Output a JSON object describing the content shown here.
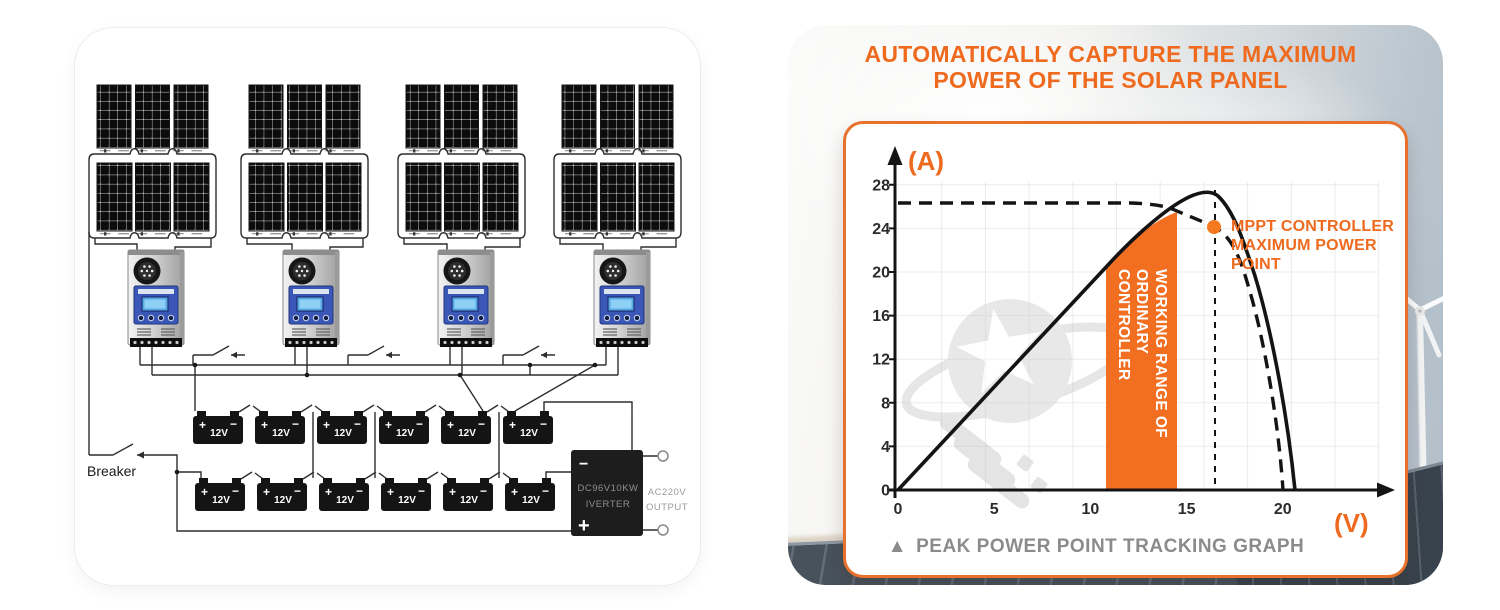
{
  "header": {
    "line1": "AUTOMATICALLY CAPTURE THE MAXIMUM",
    "line2": "POWER OF THE SOLAR PANEL"
  },
  "colors": {
    "accent_orange": "#EE6A1E",
    "band_orange": "#F26E21",
    "dot_orange": "#F5791F",
    "card_border_orange": "#E8722D",
    "caption_gray": "#8B8B8B"
  },
  "left_diagram": {
    "panel_groups": 4,
    "panels_per_group": 6,
    "controllers": 4,
    "panel_polarity_row": "+ −  + −  + −",
    "battery": {
      "label": "12V",
      "plus": "+",
      "minus": "−",
      "count": 12
    },
    "breaker_label": "Breaker",
    "inverter": {
      "minus": "−",
      "plus": "+",
      "name_line1": "DC96V10KW",
      "name_line2": "IVERTER",
      "output_line1": "AC220V",
      "output_line2": "OUTPUT"
    }
  },
  "chart": {
    "y_unit": "(A)",
    "x_unit": "(V)",
    "y_ticks": [
      "0",
      "4",
      "8",
      "12",
      "16",
      "20",
      "24",
      "28"
    ],
    "x_ticks": [
      "0",
      "5",
      "10",
      "15",
      "20"
    ],
    "band_lines": [
      "WORKING RANGE OF",
      "ORDINARY",
      "CONTROLLER"
    ],
    "point_lines": [
      "MPPT CONTROLLER",
      "MAXIMUM POWER",
      "POINT"
    ],
    "caption_icon": "▲",
    "caption": "PEAK POWER POINT TRACKING GRAPH"
  },
  "chart_data": {
    "type": "line",
    "title": "PEAK POWER POINT TRACKING GRAPH",
    "xlabel": "(V)",
    "ylabel": "(A)",
    "xlim": [
      0,
      23
    ],
    "ylim": [
      0,
      29
    ],
    "x_ticks": [
      0,
      5,
      10,
      15,
      20
    ],
    "y_ticks": [
      0,
      4,
      8,
      12,
      16,
      20,
      24,
      28
    ],
    "grid": true,
    "series": [
      {
        "name": "solar panel output curve (solid)",
        "style": "solid",
        "points": [
          [
            0,
            0
          ],
          [
            5,
            9.7
          ],
          [
            10,
            19.4
          ],
          [
            13,
            23.7
          ],
          [
            14.5,
            25.6
          ],
          [
            16.5,
            27.5
          ],
          [
            18.6,
            19.9
          ],
          [
            20,
            8.3
          ],
          [
            20.8,
            0
          ]
        ]
      },
      {
        "name": "ordinary controller curve (dashed)",
        "style": "dashed",
        "points": [
          [
            0,
            26.3
          ],
          [
            12.5,
            26.3
          ],
          [
            14.5,
            25.6
          ],
          [
            16.4,
            24.1
          ],
          [
            18.4,
            19.9
          ],
          [
            19.3,
            12.9
          ],
          [
            20.4,
            0
          ]
        ]
      }
    ],
    "highlight_band": {
      "x_start": 10.8,
      "x_end": 14.5,
      "label": "WORKING RANGE OF ORDINARY CONTROLLER",
      "color": "#F26E21"
    },
    "marker_point": {
      "x": 16.4,
      "y": 24.1,
      "label": "MPPT CONTROLLER MAXIMUM POWER POINT",
      "color": "#F5791F"
    },
    "annotation_lines": [
      {
        "type": "vertical-dashed",
        "x": 16.4
      },
      {
        "type": "horizontal-dashed",
        "y": 26.3
      }
    ]
  }
}
